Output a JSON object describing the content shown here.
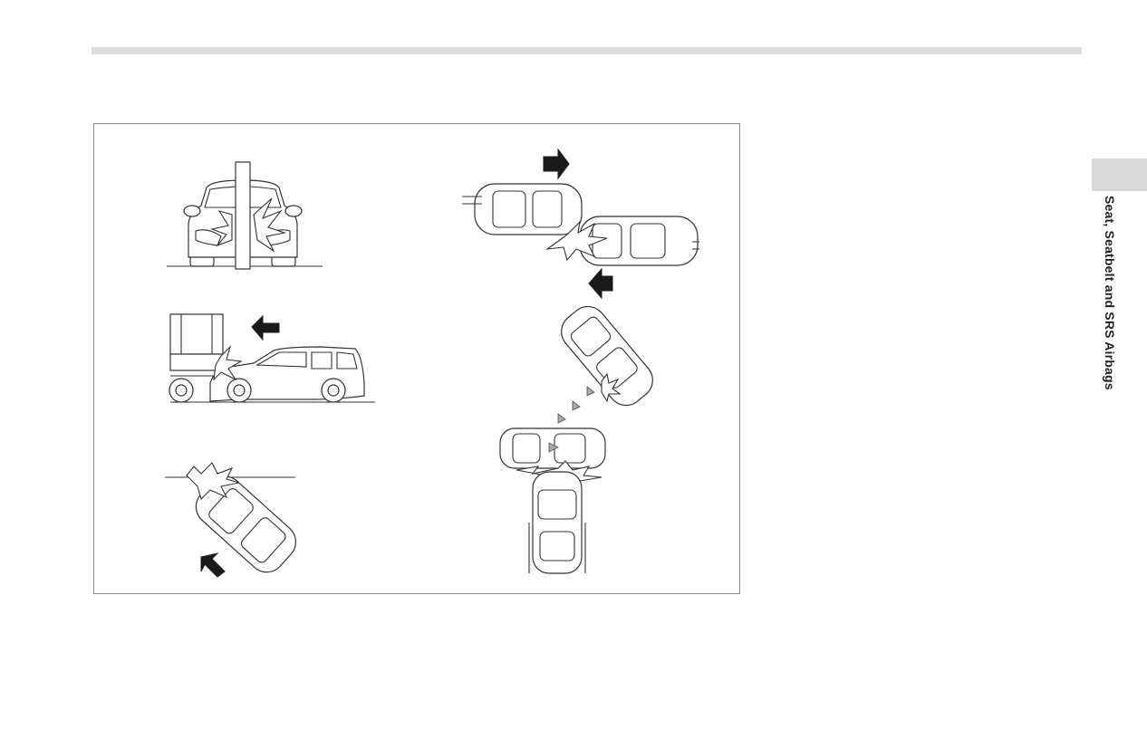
{
  "page": {
    "section_tab_label": "Seat, Seatbelt and SRS Airbags"
  },
  "figure": {
    "scenes": [
      {
        "id": "frontal-pole-collision"
      },
      {
        "id": "underride-truck-collision"
      },
      {
        "id": "angled-barrier-collision"
      },
      {
        "id": "offset-head-on-collision"
      },
      {
        "id": "rear-end-of-crossing-vehicle"
      },
      {
        "id": "t-bone-side-collision"
      }
    ]
  }
}
